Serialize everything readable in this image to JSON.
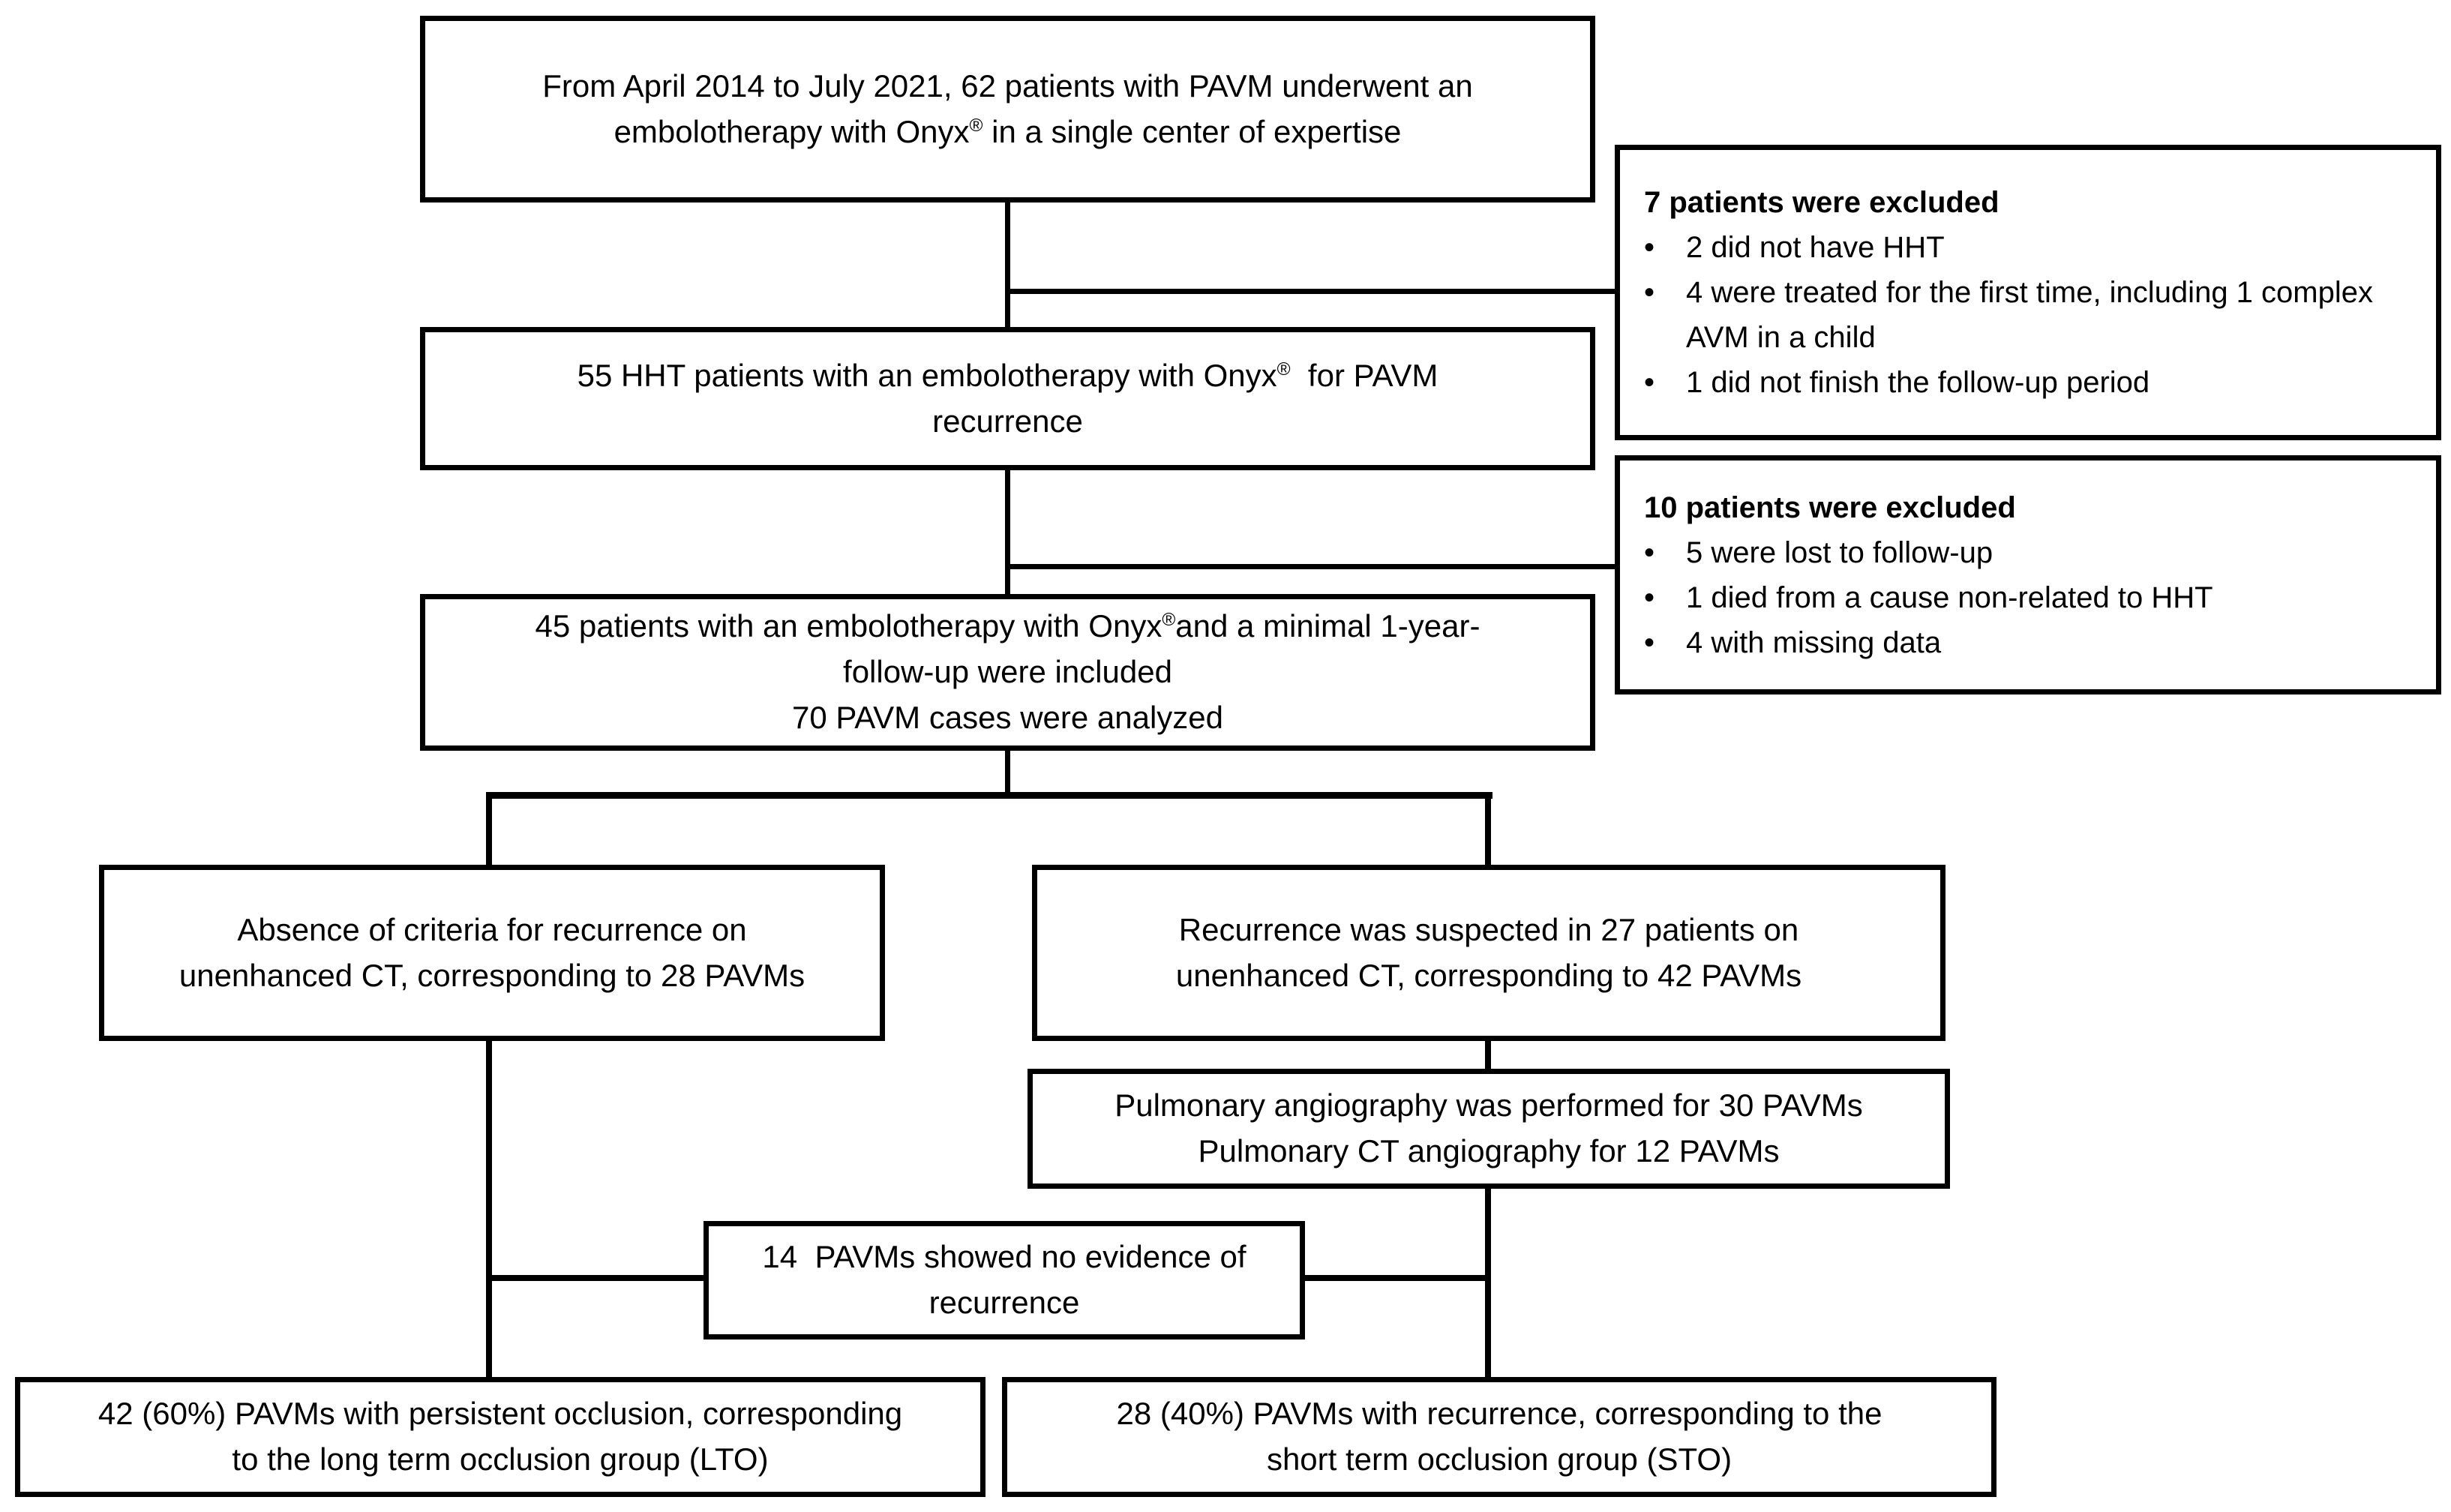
{
  "diagram": {
    "type": "flowchart",
    "background": "#ffffff",
    "box_border_color": "#000000",
    "connector_color": "#000000",
    "bullet_glyph": "•",
    "boxes": {
      "enrollment": {
        "lines": [
          {
            "pre": "From April 2014 to July 2021, 62 patients with PAVM underwent an"
          },
          {
            "pre": "embolotherapy with Onyx",
            "sup": "®",
            "post": " in a single center of expertise"
          }
        ]
      },
      "excluded7": {
        "header": "7 patients were excluded",
        "bullets": [
          "2 did not have HHT",
          "4 were treated for the first time, including 1 complex AVM in a child",
          "1 did not finish the follow-up period"
        ]
      },
      "hht55": {
        "lines": [
          {
            "pre": "55 HHT patients with an embolotherapy with Onyx",
            "sup": "®",
            "post": "  for PAVM"
          },
          {
            "pre": "recurrence"
          }
        ]
      },
      "excluded10": {
        "header": "10 patients were excluded",
        "bullets": [
          "5 were lost to follow-up",
          "1 died from a cause non-related to HHT",
          "4 with missing data"
        ]
      },
      "included45": {
        "lines": [
          {
            "pre": "45 patients with an embolotherapy with Onyx",
            "sup": "®",
            "post": "and a minimal 1-year-"
          },
          {
            "pre": "follow-up were included"
          },
          {
            "pre": "70 PAVM cases were analyzed"
          }
        ]
      },
      "noCriteria": {
        "lines": [
          {
            "pre": "Absence of criteria for recurrence on"
          },
          {
            "pre": "unenhanced CT, corresponding to 28 PAVMs"
          }
        ]
      },
      "suspected": {
        "lines": [
          {
            "pre": "Recurrence was suspected in 27 patients on"
          },
          {
            "pre": "unenhanced CT, corresponding to 42 PAVMs"
          }
        ]
      },
      "angiography": {
        "lines": [
          {
            "pre": "Pulmonary angiography was performed for 30 PAVMs"
          },
          {
            "pre": "Pulmonary CT angiography for 12 PAVMs"
          }
        ]
      },
      "noEvidence": {
        "lines": [
          {
            "pre": "14  PAVMs showed no evidence of"
          },
          {
            "pre": "recurrence"
          }
        ]
      },
      "lto": {
        "lines": [
          {
            "pre": "42 (60%) PAVMs with persistent occlusion, corresponding"
          },
          {
            "pre": "to the long term occlusion group (LTO)"
          }
        ]
      },
      "sto": {
        "lines": [
          {
            "pre": "28 (40%) PAVMs with recurrence, corresponding to the"
          },
          {
            "pre": "short term occlusion group (STO)"
          }
        ]
      }
    }
  }
}
